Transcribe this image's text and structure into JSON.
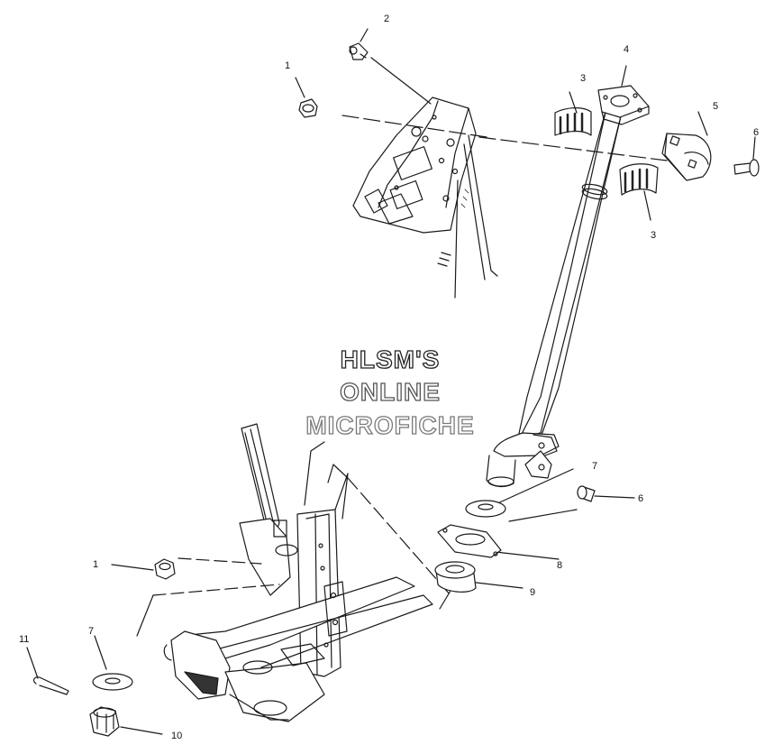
{
  "watermark": {
    "line1": "HLSM'S",
    "line2": "ONLINE",
    "line3": "MICROFICHE",
    "color1": "#222222",
    "color2": "#555555",
    "color3": "#7a7a7a"
  },
  "callouts": {
    "c1_top": "1",
    "c2": "2",
    "c3_left": "3",
    "c4": "4",
    "c5": "5",
    "c6_top": "6",
    "c3_right": "3",
    "c7_right": "7",
    "c6_bottom": "6",
    "c8": "8",
    "c9": "9",
    "c1_bottom": "1",
    "c11": "11",
    "c7_left": "7",
    "c10": "10"
  },
  "colors": {
    "line": "#1a1a1a",
    "dark_part": "#333333"
  }
}
